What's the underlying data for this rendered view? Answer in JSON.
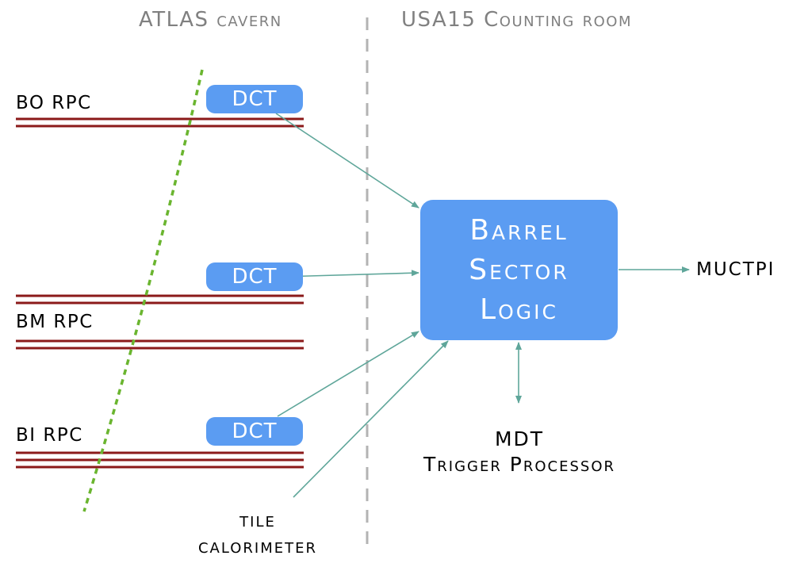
{
  "headers": {
    "left": "ATLAS cavern",
    "right": "USA15 Counting room"
  },
  "rpc_labels": {
    "bo": "BO RPC",
    "bm": "BM RPC",
    "bi": "BI RPC"
  },
  "dct_label": "DCT",
  "sector_logic": {
    "line1": "Barrel",
    "line2": "Sector",
    "line3": "Logic"
  },
  "outputs": {
    "muctpi": "MUCTPI",
    "mdt_line1": "MDT",
    "mdt_line2": "Trigger Processor",
    "tile_line1": "tile",
    "tile_line2": "calorimeter"
  },
  "colors": {
    "block_fill": "#5b9cf2",
    "arrow": "#5fa69a",
    "rpc_line": "#8b1a1a",
    "boundary_dash": "#b3b3b3",
    "trajectory": "#6ab52f",
    "header_text": "#808080"
  }
}
